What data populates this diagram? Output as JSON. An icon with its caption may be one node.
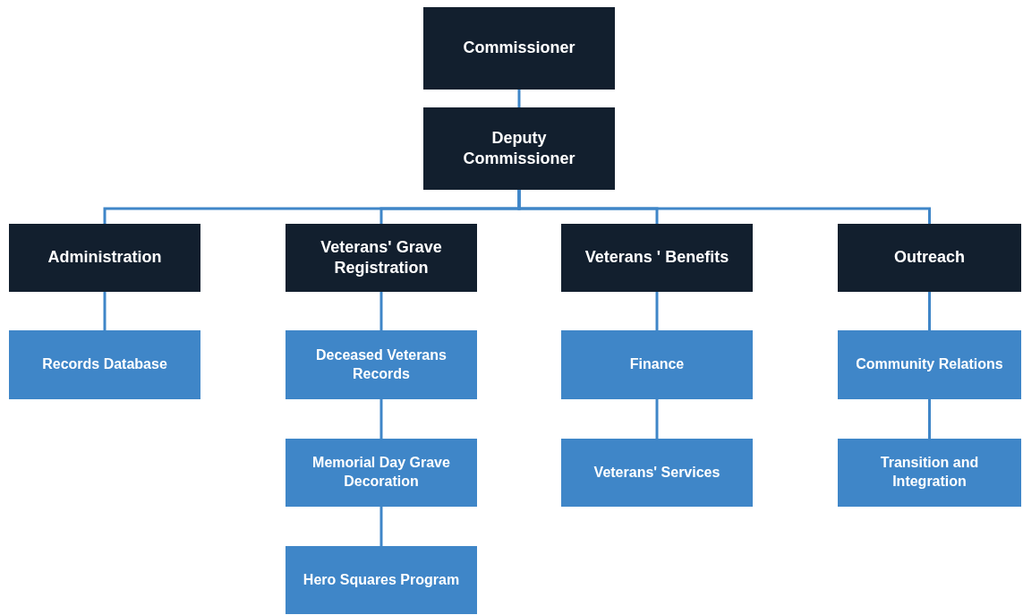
{
  "diagram": {
    "nodes": [
      {
        "text": [
          "Commissioner"
        ]
      },
      {
        "text": [
          "Deputy Commissioner"
        ]
      },
      {
        "text": [
          "Administration"
        ]
      },
      {
        "text": [
          "Veterans' Grave Registration"
        ]
      },
      {
        "text": [
          "Veterans ' Benefits"
        ]
      },
      {
        "text": [
          "Outreach"
        ]
      },
      {
        "text": [
          "Records Database"
        ]
      },
      {
        "text": [
          "Deceased Veterans Records"
        ]
      },
      {
        "text": [
          "Memorial Day Grave Decoration"
        ]
      },
      {
        "text": [
          "Hero Squares Program"
        ]
      },
      {
        "text": [
          "Finance"
        ]
      },
      {
        "text": [
          "Veterans' Services"
        ]
      },
      {
        "text": [
          "Community Relations"
        ]
      },
      {
        "text": [
          "Transition and Integration"
        ]
      }
    ],
    "edges": [
      {
        "from": 0,
        "to": 1,
        "arrow": "none"
      },
      {
        "from": 1,
        "to": 2,
        "arrow": "none"
      },
      {
        "from": 1,
        "to": 3,
        "arrow": "none"
      },
      {
        "from": 1,
        "to": 4,
        "arrow": "none"
      },
      {
        "from": 1,
        "to": 5,
        "arrow": "none"
      },
      {
        "from": 2,
        "to": 6,
        "arrow": "none"
      },
      {
        "from": 3,
        "to": 7,
        "arrow": "none"
      },
      {
        "from": 7,
        "to": 8,
        "arrow": "none"
      },
      {
        "from": 8,
        "to": 9,
        "arrow": "none"
      },
      {
        "from": 4,
        "to": 10,
        "arrow": "none"
      },
      {
        "from": 10,
        "to": 11,
        "arrow": "none"
      },
      {
        "from": 5,
        "to": 12,
        "arrow": "none"
      },
      {
        "from": 12,
        "to": 13,
        "arrow": "none"
      }
    ]
  }
}
